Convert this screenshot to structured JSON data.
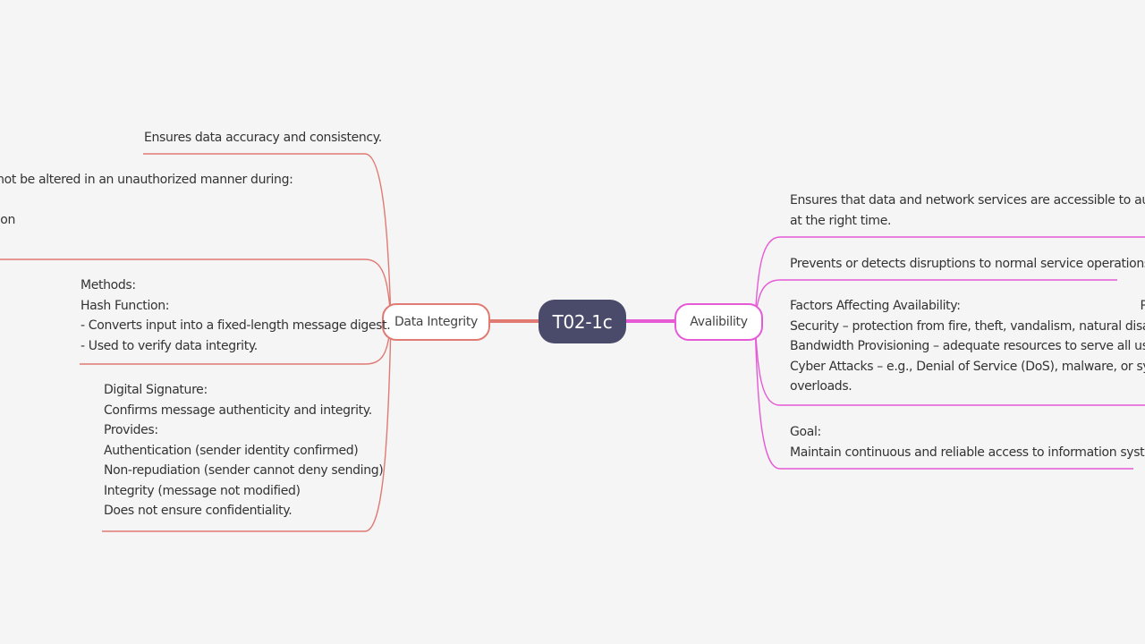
{
  "root": {
    "label": "T02-1c"
  },
  "branches": {
    "integrity": {
      "label": "Data Integrity",
      "color": "#e07a73",
      "leaves": [
        "Ensures data accuracy and consistency.",
        "Data must not be altered in an unauthorized manner during:\n- Storage\n- Transmission",
        "Methods:\nHash Function:\n- Converts input into a fixed-length message digest.\n- Used to verify data integrity.",
        "Digital Signature:\nConfirms message authenticity and integrity.\nProvides:\nAuthentication (sender identity confirmed)\nNon-repudiation (sender cannot deny sending)\nIntegrity (message not modified)\nDoes not ensure confidentiality."
      ]
    },
    "availability": {
      "label": "Avalibility",
      "color": "#e65ad6",
      "leaves": [
        "Ensures that data and network services are accessible to authorized users\nat the right time.",
        "Prevents or detects disruptions to normal service operations.",
        "Factors Affecting Availability:                                                 Physical\nSecurity – protection from fire, theft, vandalism, natural disasters.\nBandwidth Provisioning – adequate resources to serve all users.\nCyber Attacks – e.g., Denial of Service (DoS), malware, or system\noverloads.",
        "Goal:\nMaintain continuous and reliable access to information systems."
      ]
    }
  }
}
